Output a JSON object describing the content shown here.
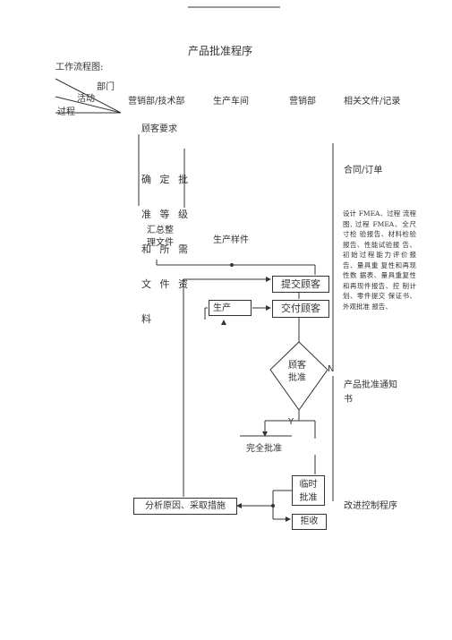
{
  "title": "产品批准程序",
  "subtitle": "工作流程图:",
  "header": {
    "corner_department": "部门",
    "corner_activity": "活动",
    "corner_process": "过程",
    "col_marketing_tech": "营销部/技术部",
    "col_production": "生产车间",
    "col_sales": "营销部",
    "col_records": "相关文件/记录"
  },
  "nodes": {
    "customer_requirements": "顾客要求",
    "confirm_approval_lines": [
      "确 定 批",
      "准 等 级",
      "和 所 需",
      "文 件 资",
      "料"
    ],
    "summarize_lines": [
      "汇总整",
      "理文件"
    ],
    "production_sample": "生产样件",
    "submit_customer": "提交顾客",
    "produce": "生产",
    "deliver_customer": "交付顾客",
    "customer_approval_lines": [
      "顾客",
      "批准"
    ],
    "yes_label": "Y",
    "no_label": "N",
    "full_approval": "完全批准",
    "temporary_approval_lines": [
      "临时",
      "批准"
    ],
    "rejection": "拒收",
    "analyze_causes": "分析原因、采取措施"
  },
  "records": {
    "contract_order": "合同/订单",
    "docs_list": "设计 FMEA、过程 流程图, 过程 FMEA、全尺寸检 验报告、材料检验 报告、性能试验报 告、初始过程能力评价报告、量具重 复性和再现性数 据表、量具重复性 和再现件报告、控 制计划、零件提交 保证书、外观批准 报告、",
    "approval_notice_lines": [
      "产品批准通知",
      "书"
    ],
    "improvement_procedure": "改进控制程序"
  }
}
